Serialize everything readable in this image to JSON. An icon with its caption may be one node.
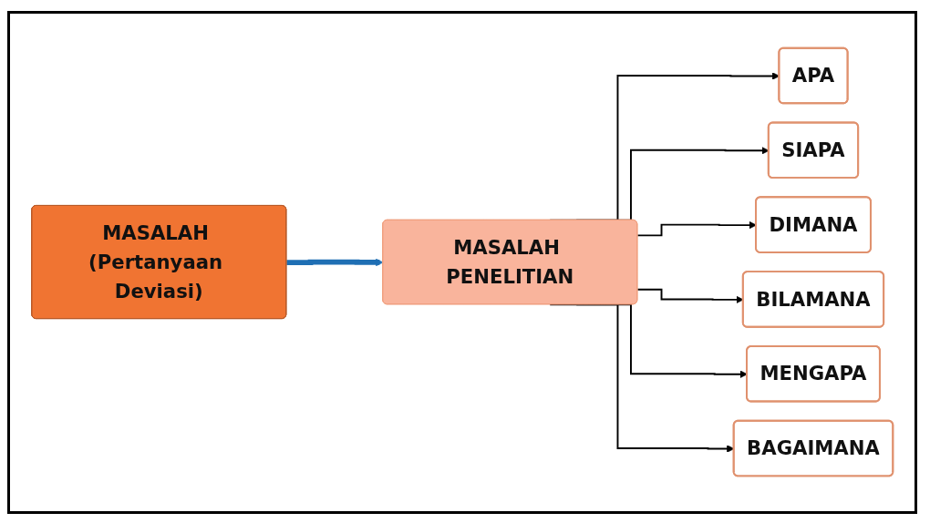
{
  "diagram": {
    "nodes": [
      {
        "text": [
          "MASALAH (Pertanyaan Deviasi)"
        ]
      },
      {
        "text": [
          "MASALAH PENELITIAN"
        ]
      },
      {
        "text": [
          "APA"
        ]
      },
      {
        "text": [
          "SIAPA"
        ]
      },
      {
        "text": [
          "DIMANA"
        ]
      },
      {
        "text": [
          "BILAMANA"
        ]
      },
      {
        "text": [
          "MENGAPA"
        ]
      },
      {
        "text": [
          "BAGAIMANA"
        ]
      }
    ],
    "edges": [
      {
        "from": 0,
        "to": 1,
        "arrow": "to",
        "style": "thick",
        "color": "#1f6fb4"
      },
      {
        "from": 1,
        "to": 2,
        "arrow": "to"
      },
      {
        "from": 1,
        "to": 3,
        "arrow": "to"
      },
      {
        "from": 1,
        "to": 4,
        "arrow": "to"
      },
      {
        "from": 1,
        "to": 5,
        "arrow": "to"
      },
      {
        "from": 1,
        "to": 6,
        "arrow": "to"
      },
      {
        "from": 1,
        "to": 7,
        "arrow": "to"
      }
    ]
  }
}
